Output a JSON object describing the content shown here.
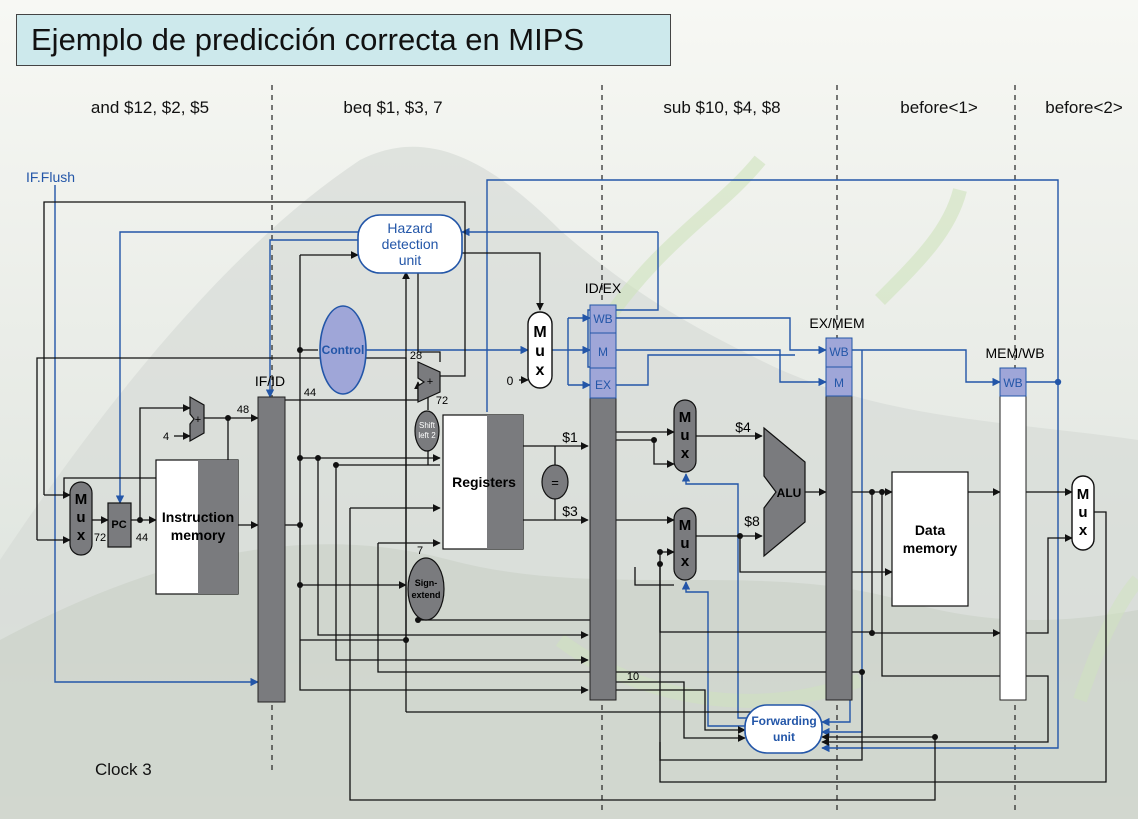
{
  "title": "Ejemplo de predicción correcta en MIPS",
  "stages": [
    {
      "label": "and $12, $2, $5"
    },
    {
      "label": "beq $1, $3, 7"
    },
    {
      "label": "sub $10, $4, $8"
    },
    {
      "label": "before<1>"
    },
    {
      "label": "before<2>"
    }
  ],
  "clock": "Clock 3",
  "signals": {
    "if_flush": "IF.Flush"
  },
  "units": {
    "hazard": [
      "Hazard",
      "detection",
      "unit"
    ],
    "control": "Control",
    "registers": "Registers",
    "alu": "ALU",
    "instruction_memory": [
      "Instruction",
      "memory"
    ],
    "data_memory": [
      "Data",
      "memory"
    ],
    "shift_left": [
      "Shift",
      "left 2"
    ],
    "sign_extend": [
      "Sign-",
      "extend"
    ],
    "forwarding": [
      "Forwarding",
      "unit"
    ],
    "pc": "PC",
    "eq": "=",
    "plus": "+",
    "mux": [
      "M",
      "u",
      "x"
    ]
  },
  "pipeline_registers": {
    "if_id": "IF/ID",
    "id_ex": "ID/EX",
    "ex_mem": "EX/MEM",
    "mem_wb": "MEM/WB",
    "fields": {
      "wb": "WB",
      "m": "M",
      "ex": "EX"
    }
  },
  "values": {
    "pc_72": "72",
    "pc_44": "44",
    "pc_48": "48",
    "four": "4",
    "ifid_44": "44",
    "n28": "28",
    "n72": "72",
    "n7": "7",
    "reg1": "$1",
    "reg3": "$3",
    "reg4": "$4",
    "reg8": "$8",
    "zero": "0",
    "n10": "10"
  },
  "colors": {
    "title_bg": "#cde9ec",
    "control_blue": "#2356a8",
    "control_fill": "#9fa6d8",
    "pipe_reg_gray": "#7a7b7e"
  }
}
